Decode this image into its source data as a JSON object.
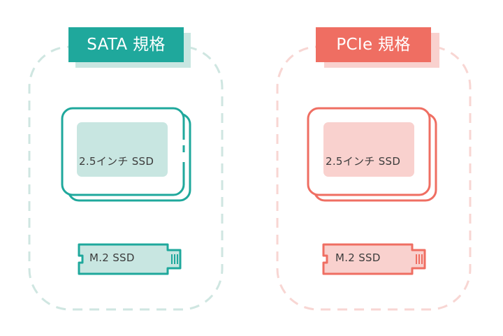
{
  "groups": [
    {
      "header": "SATA 規格",
      "drive_label": "2.5インチ SSD",
      "m2_label": "M.2 SSD",
      "colors": {
        "accent": "#1fa89c",
        "light": "#c8e6e1",
        "dashed": "#cfe6e1"
      }
    },
    {
      "header": "PCIe 規格",
      "drive_label": "2.5インチ SSD",
      "m2_label": "M.2 SSD",
      "colors": {
        "accent": "#ef6e62",
        "light": "#f9d1ce",
        "dashed": "#f8d6d3"
      }
    }
  ]
}
